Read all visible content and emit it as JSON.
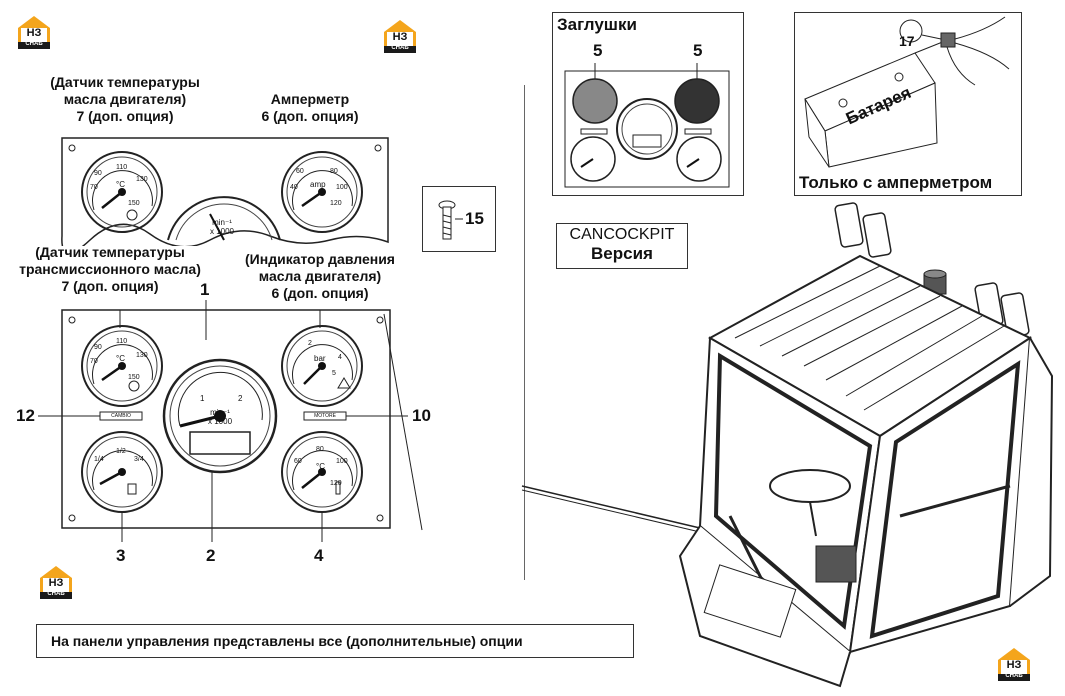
{
  "logo": {
    "letters": "НЗ",
    "sub": "СНАБ",
    "color_orange": "#f4a51c",
    "color_dark": "#1a1a1a"
  },
  "labels": {
    "oil_temp_sensor": [
      "(Датчик температуры",
      "масла двигателя)",
      "7 (доп. опция)"
    ],
    "ammeter": [
      "Амперметр",
      "6 (доп. опция)"
    ],
    "trans_oil_temp": [
      "(Датчик температуры",
      "трансмиссионного масла)",
      "7 (доп. опция)"
    ],
    "oil_pressure": [
      "(Индикатор давления",
      "масла двигателя)",
      "6 (доп. опция)"
    ]
  },
  "callouts": {
    "c1": "1",
    "c2": "2",
    "c3": "3",
    "c4": "4",
    "c5a": "5",
    "c5b": "5",
    "c10": "10",
    "c12": "12",
    "c15": "15",
    "c17": "17"
  },
  "plugs_title": "Заглушки",
  "battery": {
    "word": "Батарея",
    "caption": "Только с амперметром"
  },
  "version": {
    "line1": "CANCOCKPIT",
    "line2": "Версия"
  },
  "bottom_note": "На панели управления представлены все (дополнительные) опции",
  "gauges": {
    "temp_scale": [
      "70",
      "90",
      "110",
      "130",
      "150"
    ],
    "temp_unit": "°C",
    "amp_scale": [
      "40",
      "60",
      "80",
      "100",
      "120"
    ],
    "amp_unit": "amp",
    "bar_scale": [
      "2",
      "4",
      "5"
    ],
    "bar_unit": "bar",
    "fuel_scale": [
      "1/4",
      "1/2",
      "3/4"
    ],
    "rpm_scale": [
      "1",
      "2"
    ],
    "rpm_unit1": "min⁻¹",
    "rpm_unit2": "x 1000",
    "coolant_scale": [
      "60",
      "80",
      "100",
      "120"
    ],
    "coolant_unit": "°C"
  },
  "plates": {
    "left": "CAMBIO",
    "right": "MOTORE"
  }
}
